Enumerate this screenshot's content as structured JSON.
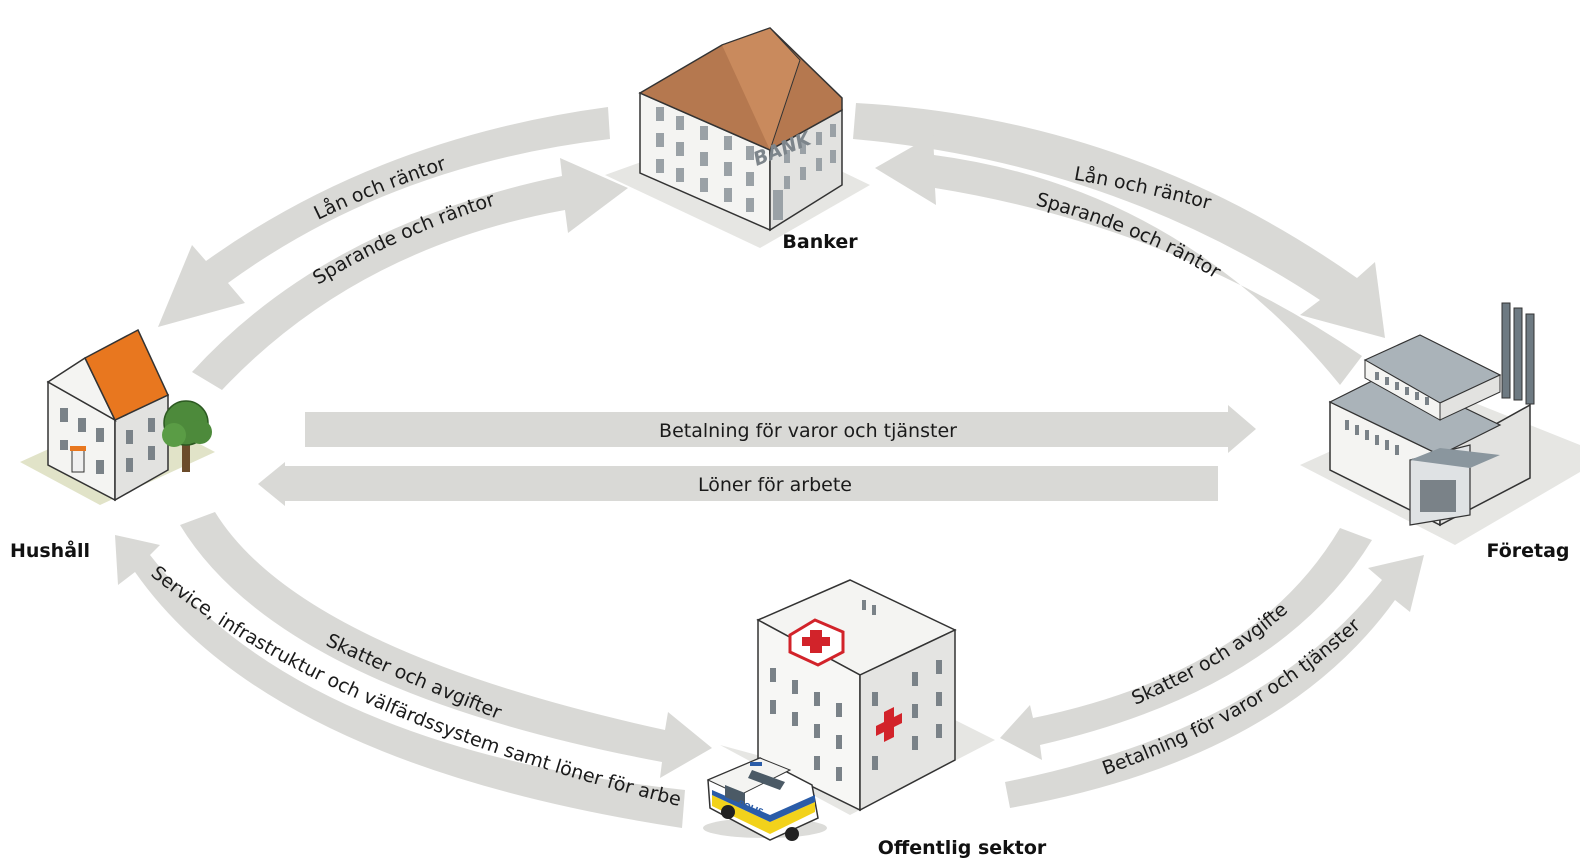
{
  "nodes": {
    "banks": {
      "label": "Banker",
      "sign": "BANK"
    },
    "households": {
      "label": "Hushåll"
    },
    "companies": {
      "label": "Företag"
    },
    "public_sector": {
      "label": "Offentlig sektor",
      "vehicle_text": "POLIS"
    }
  },
  "flows": {
    "hh_bank_top": "Lån och räntor",
    "hh_bank_bottom": "Sparande och räntor",
    "bank_co_top": "Lån och räntor",
    "bank_co_bottom": "Sparande och räntor",
    "hh_to_co": "Betalning för varor och tjänster",
    "co_to_hh": "Löner för arbete",
    "hh_to_public": "Skatter och avgifter",
    "public_to_hh": "Service, infrastruktur och välfärdssystem samt löner för arbete",
    "co_to_public": "Skatter och avgifter",
    "public_to_co": "Betalning för varor och tjänster"
  },
  "colors": {
    "arrow": "#d9d9d6",
    "roof_house": "#e8771f",
    "roof_bank": "#b5784f",
    "red_cross": "#d2232a",
    "police_yellow": "#f2d21b",
    "police_blue": "#2a5ca8"
  }
}
